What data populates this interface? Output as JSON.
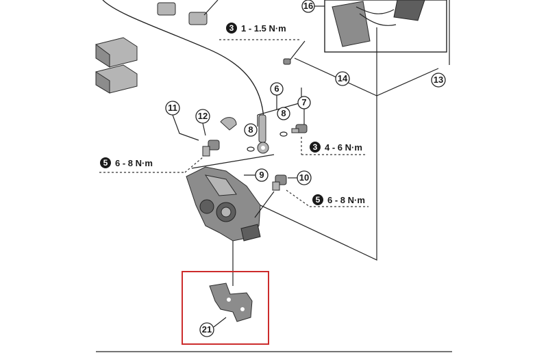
{
  "callouts": {
    "c6": "6",
    "c7": "7",
    "c8a": "8",
    "c8b": "8",
    "c9": "9",
    "c10": "10",
    "c11": "11",
    "c12": "12",
    "c13": "13",
    "c14": "14",
    "c16": "16",
    "c21": "21"
  },
  "torque_specs": [
    {
      "badge": "3",
      "value": "1 - 1.5 N·m"
    },
    {
      "badge": "3",
      "value": "4 - 6 N·m"
    },
    {
      "badge": "5",
      "value": "6 - 8 N·m"
    },
    {
      "badge": "5",
      "value": "6 - 8 N·m"
    }
  ],
  "colors": {
    "highlight_box": "#cc2b2b",
    "line": "#222222",
    "part_fill": "#8c8c8c",
    "badge_fill": "#1a1a1a"
  }
}
